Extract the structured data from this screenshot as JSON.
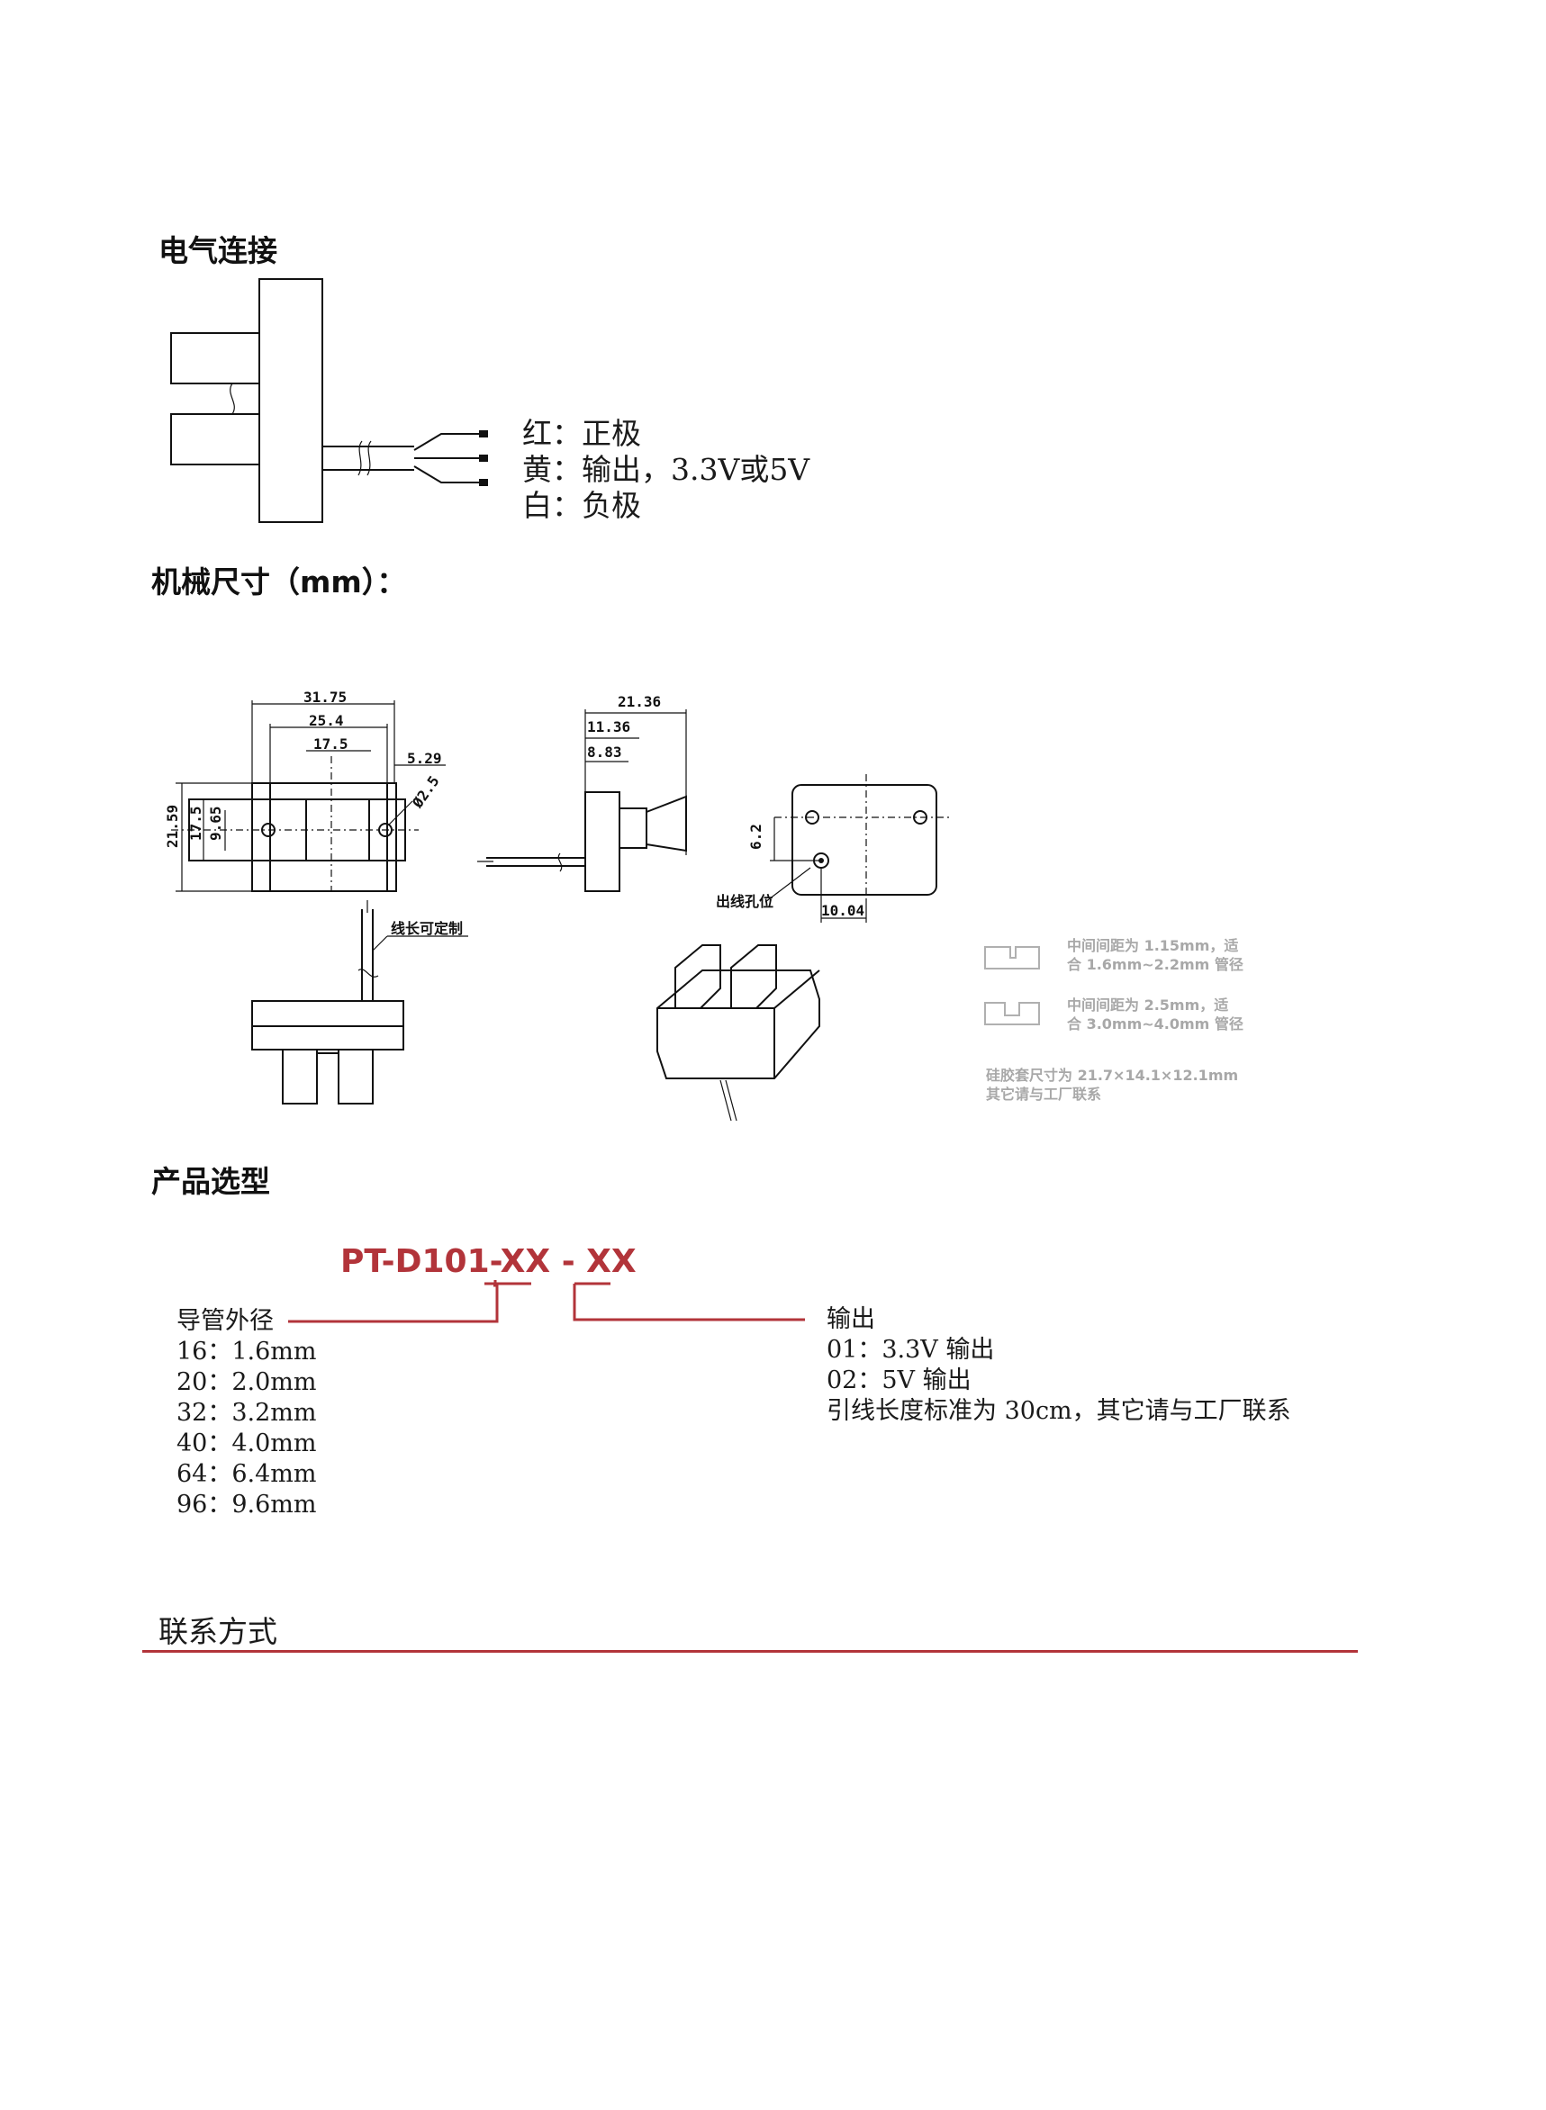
{
  "headings": {
    "electrical": "电气连接",
    "mechanical": "机械尺寸（mm）：",
    "selection": "产品选型",
    "contact": "联系方式"
  },
  "wires": [
    {
      "label": "红：正极"
    },
    {
      "label": "黄：输出，3.3V或5V"
    },
    {
      "label": "白：负极"
    }
  ],
  "dimensions": {
    "front": {
      "d1": "31.75",
      "d2": "25.4",
      "d3": "17.5",
      "d4": "5.29",
      "d5": "Ø2.5",
      "h1": "21.59",
      "h2": "17.5",
      "h3": "9.65"
    },
    "side": {
      "d1": "21.36",
      "d2": "11.36",
      "d3": "8.83"
    },
    "bottom": {
      "d1": "6.2",
      "d2": "10.04",
      "hole_label": "出线孔位"
    },
    "wire_length_label": "线长可定制"
  },
  "notes": {
    "note1": [
      "中间间距为 1.15mm，适",
      "合 1.6mm~2.2mm 管径"
    ],
    "note2": [
      "中间间距为 2.5mm，适",
      "合 3.0mm~4.0mm 管径"
    ],
    "note3": [
      "硅胶套尺寸为 21.7×14.1×12.1mm",
      "其它请与工厂联系"
    ]
  },
  "model": {
    "base": "PT-D101-",
    "seg1": "XX",
    "sep": " - ",
    "seg2": "XX"
  },
  "tube": {
    "title": "导管外径",
    "items": [
      "16：1.6mm",
      "20：2.0mm",
      "32：3.2mm",
      "40：4.0mm",
      "64：6.4mm",
      "96：9.6mm"
    ]
  },
  "output": {
    "title": "输出",
    "items": [
      "01：3.3V 输出",
      "02：5V 输出",
      "引线长度标准为 30cm，其它请与工厂联系"
    ]
  },
  "colors": {
    "accent": "#b2343a",
    "text": "#1a1a1a",
    "note": "#a8a8a8"
  }
}
